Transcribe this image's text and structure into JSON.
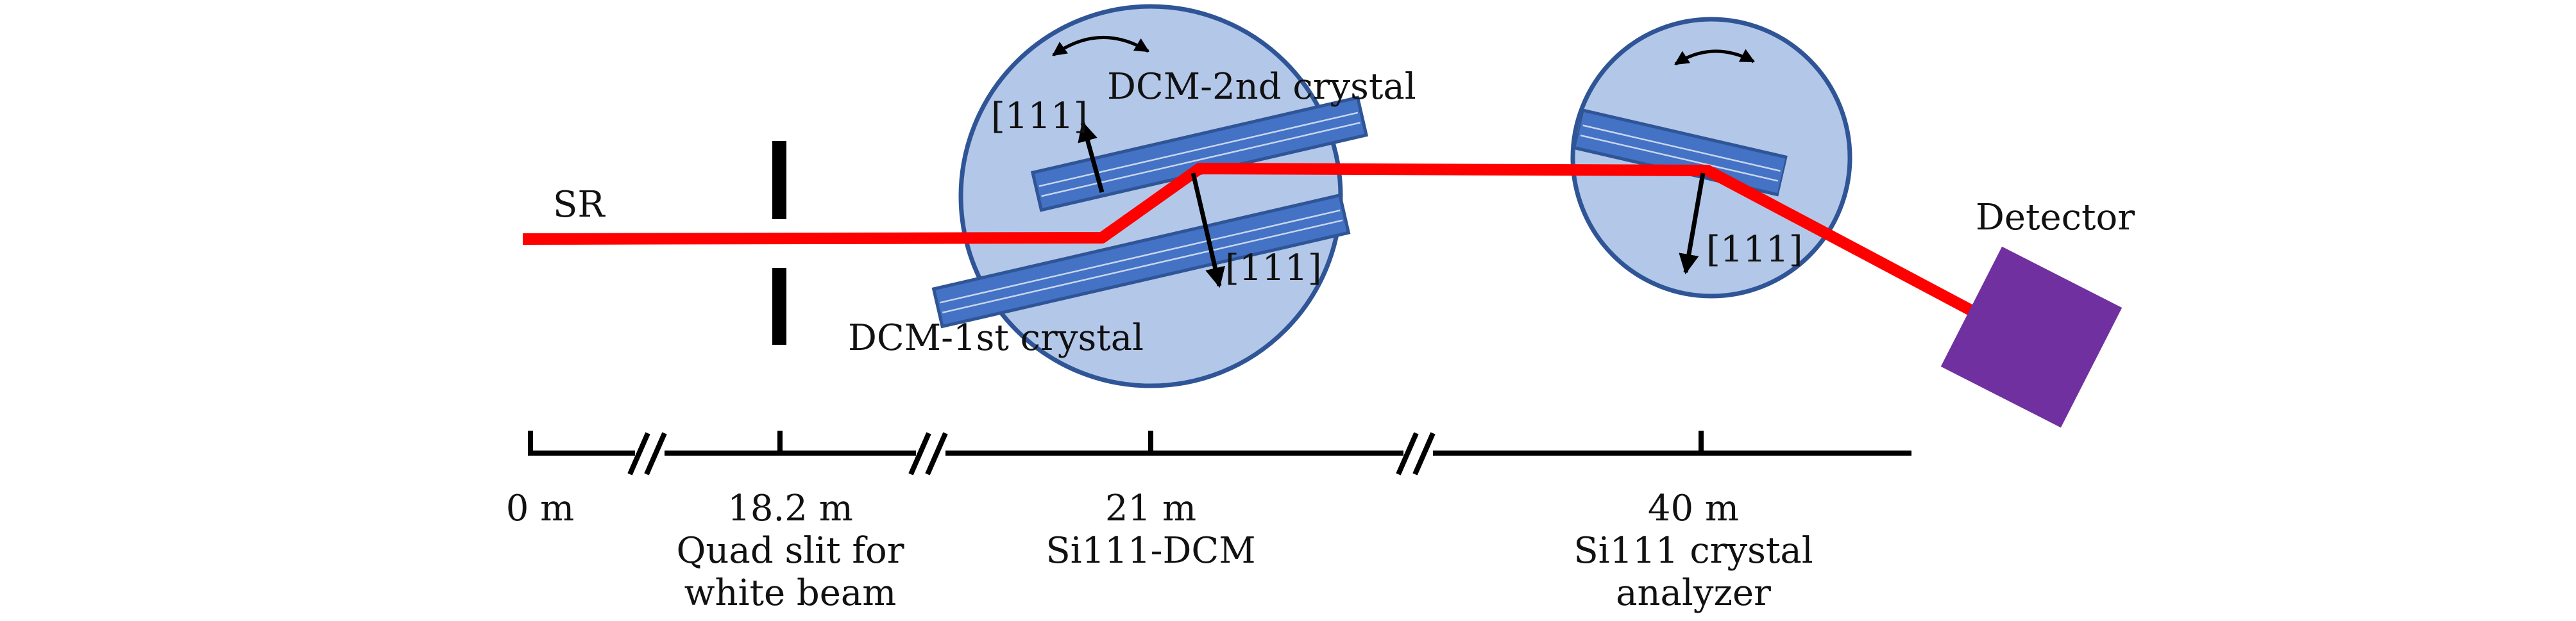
{
  "labels": {
    "source": "SR",
    "dcm_second": "DCM-2nd crystal",
    "dcm_first": "DCM-1st crystal",
    "detector": "Detector",
    "miller_1": "[111]",
    "miller_2": "[111]",
    "miller_3": "[111]"
  },
  "axis": {
    "ticks": [
      {
        "distance": "0 m",
        "lines": []
      },
      {
        "distance": "18.2 m",
        "lines": [
          "Quad slit for",
          "white beam"
        ]
      },
      {
        "distance": "21 m",
        "lines": [
          "Si111-DCM"
        ]
      },
      {
        "distance": "40 m",
        "lines": [
          "Si111 crystal",
          "analyzer"
        ]
      }
    ]
  },
  "colors": {
    "beam": "#ff0000",
    "stage_fill": "#b3c7e8",
    "stage_stroke": "#2f5597",
    "crystal_fill": "#4472c4",
    "crystal_stroke": "#2f5597",
    "detector": "#7030a0",
    "ink": "#000000"
  },
  "icons": [
    "rotation-arrow-icon",
    "vector-arrow-icon",
    "axis-break-icon"
  ]
}
